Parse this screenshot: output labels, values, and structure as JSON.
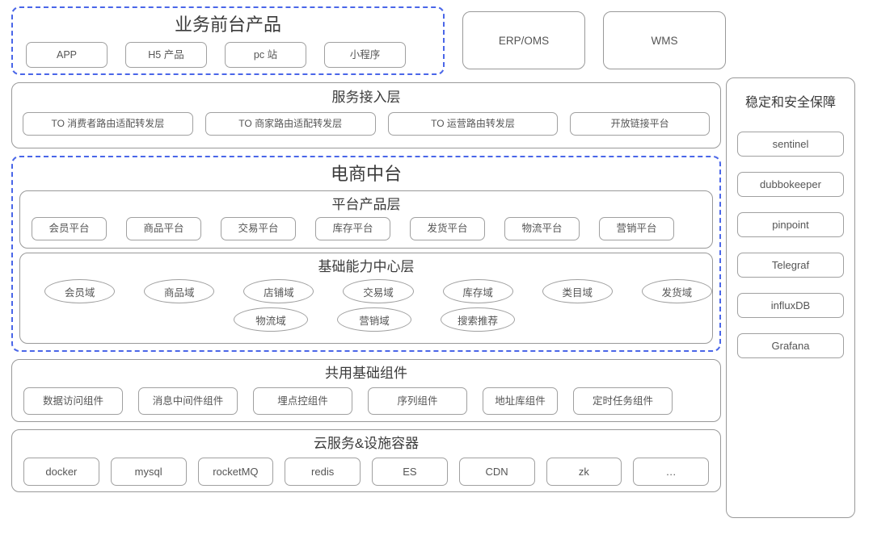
{
  "front_office": {
    "title": "业务前台产品",
    "items": [
      "APP",
      "H5 产品",
      "pc 站",
      "小程序"
    ]
  },
  "external_systems": [
    {
      "label": "ERP/OMS"
    },
    {
      "label": "WMS"
    }
  ],
  "service_access": {
    "title": "服务接入层",
    "items": [
      "TO 消费者路由适配转发层",
      "TO 商家路由适配转发层",
      "TO  运营路由转发层",
      "开放链接平台"
    ]
  },
  "middle_platform": {
    "title": "电商中台",
    "platform_product_layer": {
      "title": "平台产品层",
      "items": [
        "会员平台",
        "商品平台",
        "交易平台",
        "库存平台",
        "发货平台",
        "物流平台",
        "营销平台"
      ]
    },
    "capability_center_layer": {
      "title": "基础能力中心层",
      "row1": [
        "会员域",
        "商品域",
        "店铺域",
        "交易域",
        "库存域",
        "类目域",
        "发货域"
      ],
      "row2": [
        "物流域",
        "营销域",
        "搜索推荐"
      ]
    }
  },
  "shared_components": {
    "title": "共用基础组件",
    "items": [
      "数据访问组件",
      "消息中间件组件",
      "埋点控组件",
      "序列组件",
      "地址库组件",
      "定时任务组件"
    ]
  },
  "cloud_services": {
    "title": "云服务&设施容器",
    "items": [
      "docker",
      "mysql",
      "rocketMQ",
      "redis",
      "ES",
      "CDN",
      "zk",
      "…"
    ]
  },
  "stability_security": {
    "title": "稳定和安全保障",
    "items": [
      "sentinel",
      "dubbokeeper",
      "pinpoint",
      "Telegraf",
      "influxDB",
      "Grafana"
    ]
  },
  "colors": {
    "dashed_border": "#4a66e8",
    "solid_border": "#999999",
    "text": "#4a4a4a",
    "background": "#ffffff"
  }
}
